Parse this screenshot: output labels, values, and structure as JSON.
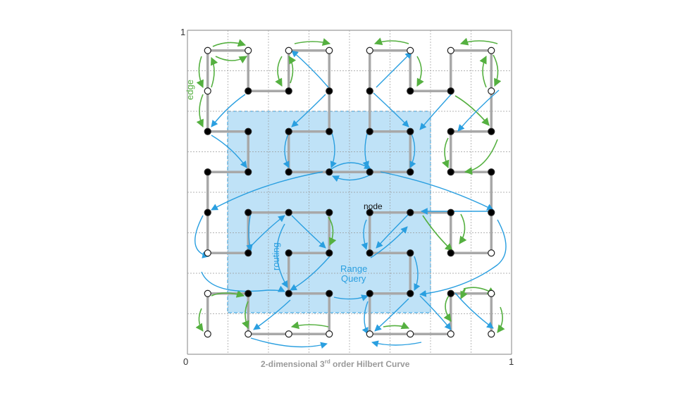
{
  "axis": {
    "origin_label": "0",
    "x_max_label": "1",
    "y_max_label": "1"
  },
  "caption": {
    "prefix": "2-dimensional  3",
    "superscript": "rd",
    "suffix": " order  Hilbert Curve"
  },
  "labels": {
    "edge": "edge",
    "routing": "routing",
    "node": "node",
    "range_query_line1": "Range",
    "range_query_line2": "Query"
  },
  "colors": {
    "curve": "#a8a8a8",
    "edge_arrow": "#55b040",
    "routing_arrow": "#2a9fe0",
    "range_fill": "#bfe2f7",
    "range_border": "#2a9fe0",
    "grid": "#9a9a9a",
    "node_filled": "#000000",
    "node_open": "#ffffff"
  },
  "hilbert_order": 3,
  "range_query_cells": {
    "x": [
      1,
      6
    ],
    "y": [
      1,
      6
    ]
  }
}
